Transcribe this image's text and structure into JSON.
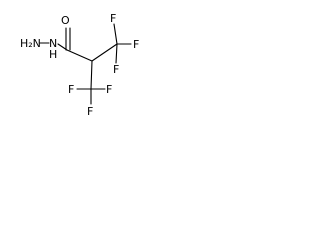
{
  "molecule": {
    "atoms": {
      "nh2": "H₂N",
      "nh": "N",
      "nh_h": "H",
      "o": "O",
      "f_top_a": "F",
      "f_top_b": "F",
      "f_top_c": "F",
      "f_bot_a": "F",
      "f_bot_b": "F",
      "f_bot_c": "F"
    },
    "colors": {
      "atom_label": "#000000",
      "bond": "#000000",
      "background": "#ffffff"
    }
  }
}
